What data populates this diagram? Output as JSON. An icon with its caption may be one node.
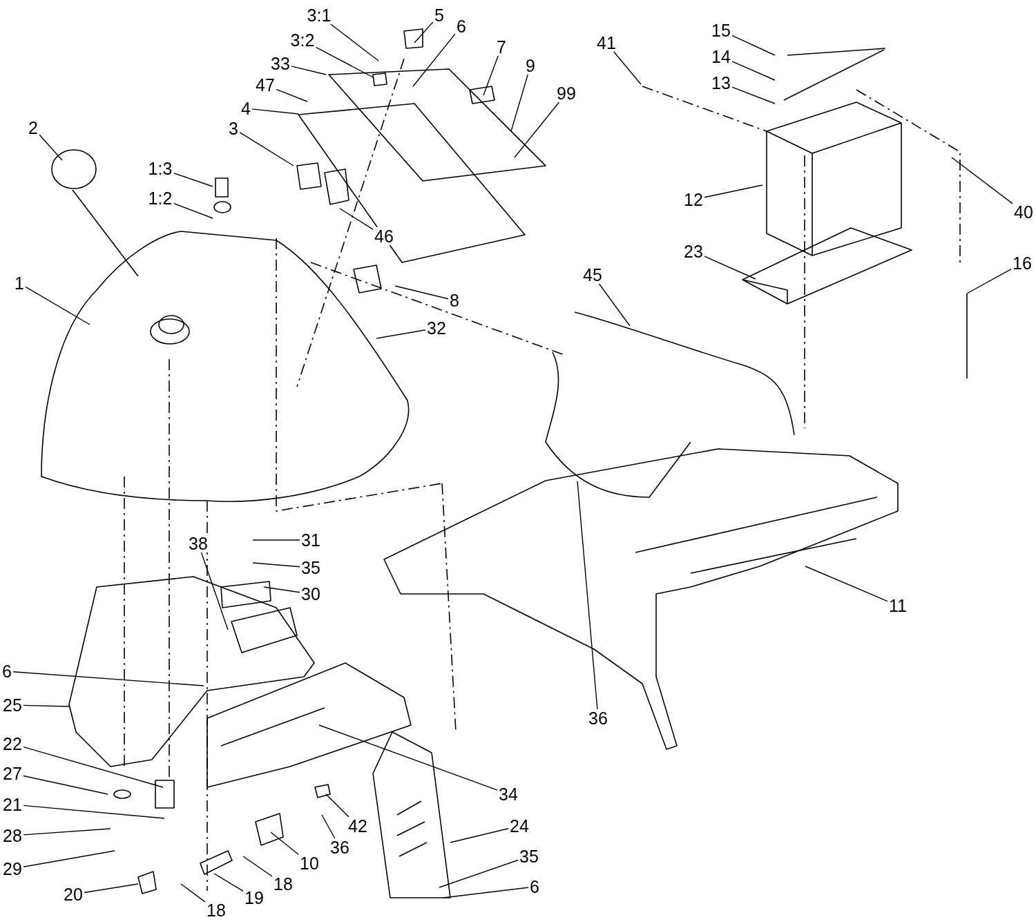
{
  "diagram": {
    "nodes": [
      {
        "text": [
          "3:1"
        ]
      },
      {
        "text": [
          "5"
        ]
      },
      {
        "text": [
          "6"
        ]
      },
      {
        "text": [
          "3:2"
        ]
      },
      {
        "text": [
          "7"
        ]
      },
      {
        "text": [
          "15"
        ]
      },
      {
        "text": [
          "41"
        ]
      },
      {
        "text": [
          "33"
        ]
      },
      {
        "text": [
          "14"
        ]
      },
      {
        "text": [
          "9"
        ]
      },
      {
        "text": [
          "47"
        ]
      },
      {
        "text": [
          "13"
        ]
      },
      {
        "text": [
          "99"
        ]
      },
      {
        "text": [
          "4"
        ]
      },
      {
        "text": [
          "2"
        ]
      },
      {
        "text": [
          "3"
        ]
      },
      {
        "text": [
          "1:3"
        ]
      },
      {
        "text": [
          "1:2"
        ]
      },
      {
        "text": [
          "12"
        ]
      },
      {
        "text": [
          "40"
        ]
      },
      {
        "text": [
          "46"
        ]
      },
      {
        "text": [
          "23"
        ]
      },
      {
        "text": [
          "16"
        ]
      },
      {
        "text": [
          "45"
        ]
      },
      {
        "text": [
          "1"
        ]
      },
      {
        "text": [
          "8"
        ]
      },
      {
        "text": [
          "32"
        ]
      },
      {
        "text": [
          "31"
        ]
      },
      {
        "text": [
          "38"
        ]
      },
      {
        "text": [
          "35"
        ]
      },
      {
        "text": [
          "30"
        ]
      },
      {
        "text": [
          "11"
        ]
      },
      {
        "text": [
          "6"
        ]
      },
      {
        "text": [
          "25"
        ]
      },
      {
        "text": [
          "36"
        ]
      },
      {
        "text": [
          "22"
        ]
      },
      {
        "text": [
          "27"
        ]
      },
      {
        "text": [
          "34"
        ]
      },
      {
        "text": [
          "21"
        ]
      },
      {
        "text": [
          "42"
        ]
      },
      {
        "text": [
          "24"
        ]
      },
      {
        "text": [
          "28"
        ]
      },
      {
        "text": [
          "36"
        ]
      },
      {
        "text": [
          "35"
        ]
      },
      {
        "text": [
          "10"
        ]
      },
      {
        "text": [
          "29"
        ]
      },
      {
        "text": [
          "18"
        ]
      },
      {
        "text": [
          "6"
        ]
      },
      {
        "text": [
          "20"
        ]
      },
      {
        "text": [
          "19"
        ]
      },
      {
        "text": [
          "18"
        ]
      }
    ],
    "edges": [
      {
        "from": 0,
        "to": null,
        "arrow": "none"
      },
      {
        "from": 1,
        "to": null,
        "arrow": "none"
      },
      {
        "from": 2,
        "to": null,
        "arrow": "none"
      },
      {
        "from": 3,
        "to": null,
        "arrow": "none"
      },
      {
        "from": 4,
        "to": null,
        "arrow": "none"
      },
      {
        "from": 5,
        "to": null,
        "arrow": "none"
      },
      {
        "from": 6,
        "to": null,
        "arrow": "none"
      },
      {
        "from": 7,
        "to": null,
        "arrow": "none"
      },
      {
        "from": 8,
        "to": null,
        "arrow": "none"
      },
      {
        "from": 9,
        "to": null,
        "arrow": "none"
      },
      {
        "from": 10,
        "to": null,
        "arrow": "none"
      },
      {
        "from": 11,
        "to": null,
        "arrow": "none"
      },
      {
        "from": 12,
        "to": null,
        "arrow": "none"
      },
      {
        "from": 13,
        "to": null,
        "arrow": "none"
      },
      {
        "from": 14,
        "to": null,
        "arrow": "none"
      },
      {
        "from": 15,
        "to": null,
        "arrow": "none"
      },
      {
        "from": 16,
        "to": null,
        "arrow": "none"
      },
      {
        "from": 17,
        "to": null,
        "arrow": "none"
      },
      {
        "from": 18,
        "to": null,
        "arrow": "none"
      },
      {
        "from": 19,
        "to": null,
        "arrow": "none"
      },
      {
        "from": 20,
        "to": null,
        "arrow": "none"
      },
      {
        "from": 21,
        "to": null,
        "arrow": "none"
      },
      {
        "from": 22,
        "to": null,
        "arrow": "none"
      },
      {
        "from": 23,
        "to": null,
        "arrow": "none"
      },
      {
        "from": 24,
        "to": null,
        "arrow": "none"
      },
      {
        "from": 25,
        "to": null,
        "arrow": "none"
      },
      {
        "from": 26,
        "to": null,
        "arrow": "none"
      },
      {
        "from": 27,
        "to": null,
        "arrow": "none"
      },
      {
        "from": 28,
        "to": null,
        "arrow": "none"
      },
      {
        "from": 29,
        "to": null,
        "arrow": "none"
      },
      {
        "from": 30,
        "to": null,
        "arrow": "none"
      },
      {
        "from": 31,
        "to": null,
        "arrow": "none"
      },
      {
        "from": 32,
        "to": null,
        "arrow": "none"
      },
      {
        "from": 33,
        "to": null,
        "arrow": "none"
      },
      {
        "from": 34,
        "to": null,
        "arrow": "none"
      },
      {
        "from": 35,
        "to": null,
        "arrow": "none"
      },
      {
        "from": 36,
        "to": null,
        "arrow": "none"
      },
      {
        "from": 37,
        "to": null,
        "arrow": "none"
      },
      {
        "from": 38,
        "to": null,
        "arrow": "none"
      },
      {
        "from": 39,
        "to": null,
        "arrow": "none"
      },
      {
        "from": 40,
        "to": null,
        "arrow": "none"
      },
      {
        "from": 41,
        "to": null,
        "arrow": "none"
      },
      {
        "from": 42,
        "to": null,
        "arrow": "none"
      },
      {
        "from": 43,
        "to": null,
        "arrow": "none"
      },
      {
        "from": 44,
        "to": null,
        "arrow": "none"
      },
      {
        "from": 45,
        "to": null,
        "arrow": "none"
      },
      {
        "from": 46,
        "to": null,
        "arrow": "none"
      },
      {
        "from": 47,
        "to": null,
        "arrow": "none"
      },
      {
        "from": 48,
        "to": null,
        "arrow": "none"
      },
      {
        "from": 49,
        "to": null,
        "arrow": "none"
      },
      {
        "from": 50,
        "to": null,
        "arrow": "none"
      }
    ]
  }
}
